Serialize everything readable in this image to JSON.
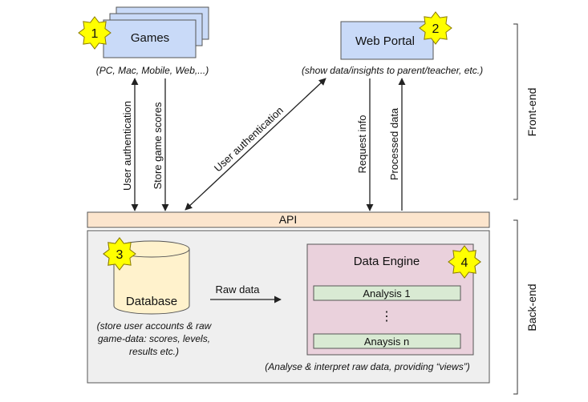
{
  "front_end": {
    "games": {
      "label": "Games",
      "badge": "1",
      "caption": "(PC, Mac, Mobile, Web,...)"
    },
    "web_portal": {
      "label": "Web Portal",
      "badge": "2",
      "caption": "(show data/insights to parent/teacher, etc.)"
    },
    "section_label": "Front-end"
  },
  "arrows": {
    "user_auth_games": "User authentication",
    "store_scores": "Store game scores",
    "user_auth_portal": "User authentication",
    "request_info": "Request info",
    "processed_data": "Processed data",
    "raw_data": "Raw data"
  },
  "api": {
    "label": "API"
  },
  "back_end": {
    "section_label": "Back-end",
    "database": {
      "label": "Database",
      "badge": "3",
      "caption": [
        "(store user accounts & raw",
        "game-data: scores, levels,",
        "results etc.)"
      ]
    },
    "data_engine": {
      "title": "Data Engine",
      "badge": "4",
      "items": [
        "Analysis 1",
        "⋮",
        "Anaysis n"
      ],
      "caption": "(Analyse & interpret raw data, providing “views”)"
    }
  },
  "colors": {
    "box_blue": "#c9daf8",
    "api_orange": "#fce5cd",
    "backend_gray": "#efefef",
    "db_yellow": "#fff2cc",
    "engine_pink": "#ead1dc",
    "analysis_green": "#d9ead3",
    "badge_yellow": "#ffff00"
  }
}
